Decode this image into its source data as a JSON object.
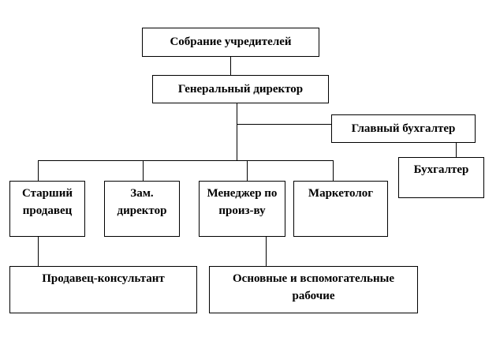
{
  "nodes": {
    "founders": "Собрание учредителей",
    "ceo": "Генеральный директор",
    "chief_accountant": "Главный бухгалтер",
    "accountant": "Бухгалтер",
    "senior_seller": "Старший продавец",
    "deputy": "Зам. директор",
    "prod_manager": "Менеджер по произ-ву",
    "marketer": "Маркетолог",
    "consultant": "Продавец-консультант",
    "workers": "Основные и вспомогательные рабочие"
  }
}
